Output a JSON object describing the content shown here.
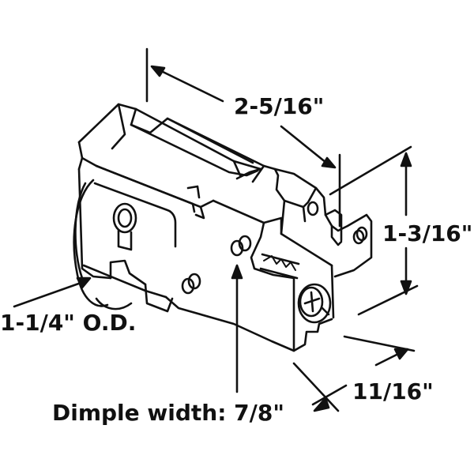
{
  "figure": {
    "subject": "Sliding door roller assembly with dimension callouts",
    "ink_color": "#111111",
    "background_color": "#ffffff"
  },
  "dimensions": {
    "length": "2-5/16\"",
    "height": "1-3/16\"",
    "wheel_od": "1-1/4\" O.D.",
    "depth": "11/16\"",
    "dimple_width": "Dimple width: 7/8\""
  }
}
